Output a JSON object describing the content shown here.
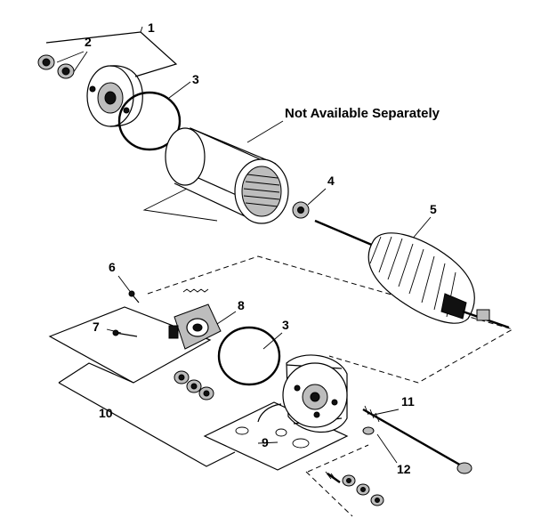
{
  "diagram": {
    "caption": "Not Available Separately",
    "callouts": {
      "c1": "1",
      "c2": "2",
      "c3_top": "3",
      "c3_bottom": "3",
      "c4": "4",
      "c5": "5",
      "c6": "6",
      "c7": "7",
      "c8": "8",
      "c9": "9",
      "c10": "10",
      "c11": "11",
      "c12": "12"
    }
  }
}
